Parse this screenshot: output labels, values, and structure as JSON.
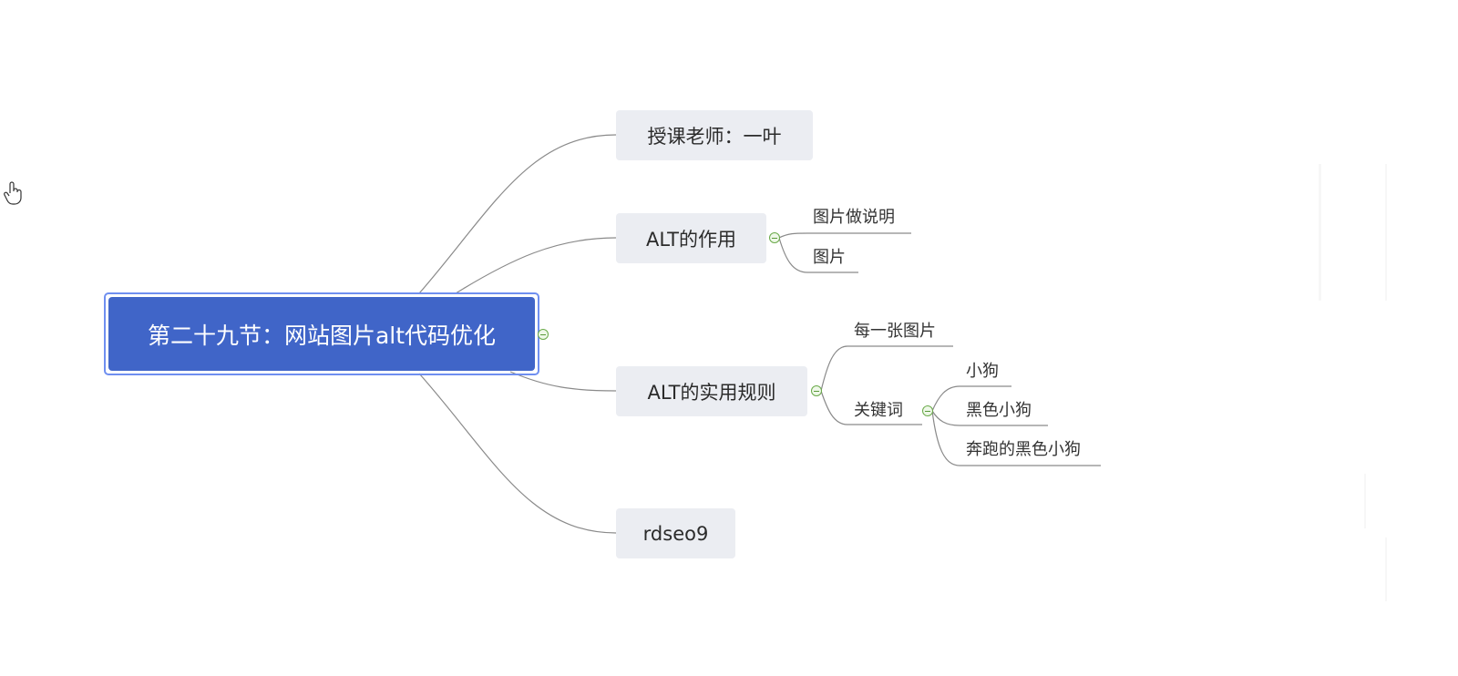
{
  "mindmap": {
    "root": "第二十九节：网站图片alt代码优化",
    "branches": {
      "teacher": "授课老师：一叶",
      "alt_purpose": {
        "label": "ALT的作用",
        "children": [
          "图片做说明",
          "图片"
        ]
      },
      "alt_rules": {
        "label": "ALT的实用规则",
        "children": {
          "each_image": "每一张图片",
          "keywords": {
            "label": "关键词",
            "children": [
              "小狗",
              "黑色小狗",
              "奔跑的黑色小狗"
            ]
          }
        }
      },
      "site": "rdseo9"
    }
  },
  "colors": {
    "root_fill": "#4065c8",
    "root_border": "#6f8ff0",
    "branch_fill": "#ebedf2",
    "connector": "#8a8a8a",
    "collapse_toggle": "#6aaa4a"
  },
  "icons": {
    "cursor": "hand-pointer-icon",
    "toggle": "collapse-minus-icon"
  }
}
